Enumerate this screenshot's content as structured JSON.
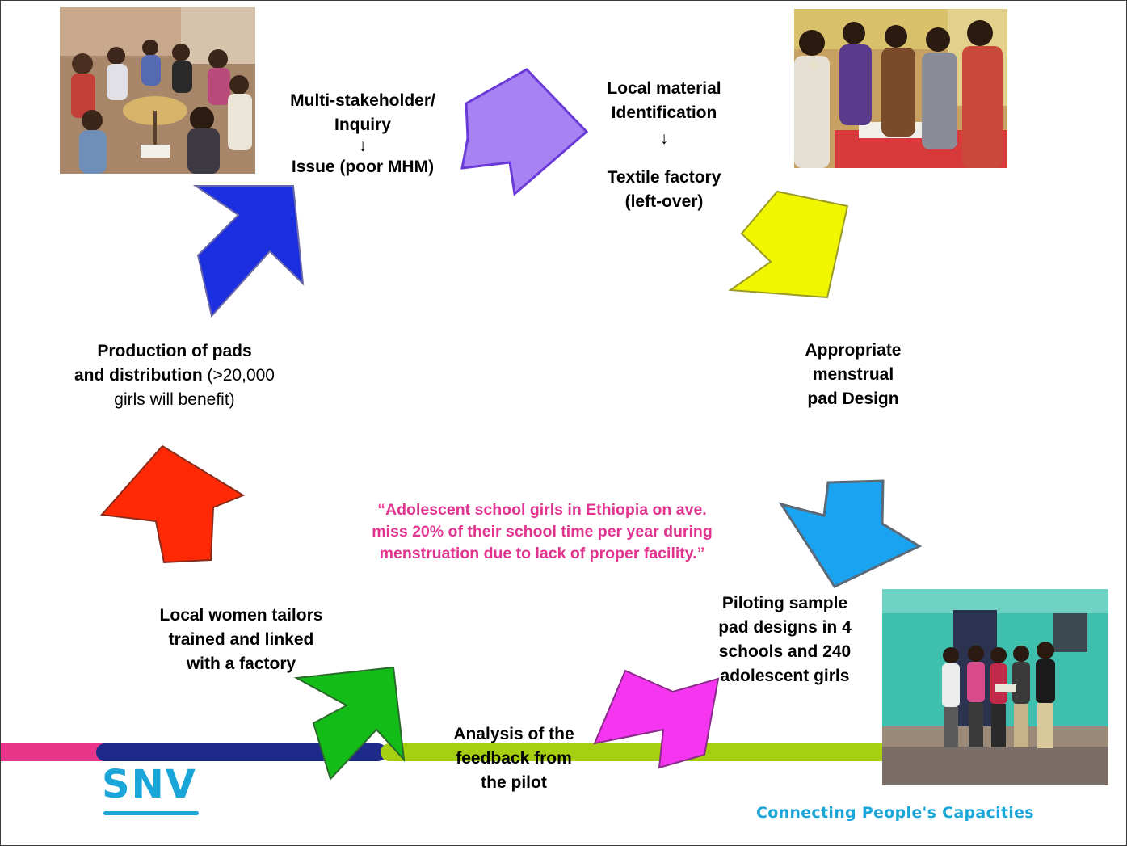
{
  "colors": {
    "blue_arrow": "#1b2fe0",
    "purple_arrow": "#a882f2",
    "yellow_arrow": "#f0f500",
    "cyan_arrow": "#1aa3f0",
    "magenta_arrow": "#f535f0",
    "green_arrow": "#12bd18",
    "red_arrow": "#ff2a05",
    "quote_text": "#e0348f",
    "brand": "#1aa6d8"
  },
  "steps": {
    "inquiry": {
      "line1": "Multi-stakeholder/",
      "line2": "Inquiry",
      "arrow": "↓",
      "line3": "Issue (poor MHM)"
    },
    "material": {
      "line1": "Local material",
      "line2": "Identification",
      "arrow": "↓",
      "line3": "Textile factory",
      "line4": "(left-over)"
    },
    "design": {
      "line1": "Appropriate",
      "line2": "menstrual",
      "line3": "pad Design"
    },
    "piloting": {
      "line1": "Piloting sample",
      "line2": "pad designs in 4",
      "line3": "schools and 240",
      "line4": "adolescent girls"
    },
    "analysis": {
      "line1": "Analysis of the",
      "line2": "feedback from",
      "line3": "the pilot"
    },
    "tailors": {
      "line1": "Local women tailors",
      "line2": "trained and linked",
      "line3": "with a factory"
    },
    "production": {
      "line1_bold": "Production of pads",
      "line2_bold": "and distribution",
      "line2_regular": " (>20,000",
      "line3": "girls will benefit)"
    }
  },
  "quote": {
    "line1": "“Adolescent school girls in Ethiopia on ave.",
    "line2": "miss 20% of their school time per year during",
    "line3": "menstruation due to lack of proper facility.”"
  },
  "footer": {
    "logo": "SNV",
    "tagline": "Connecting People's Capacities"
  }
}
